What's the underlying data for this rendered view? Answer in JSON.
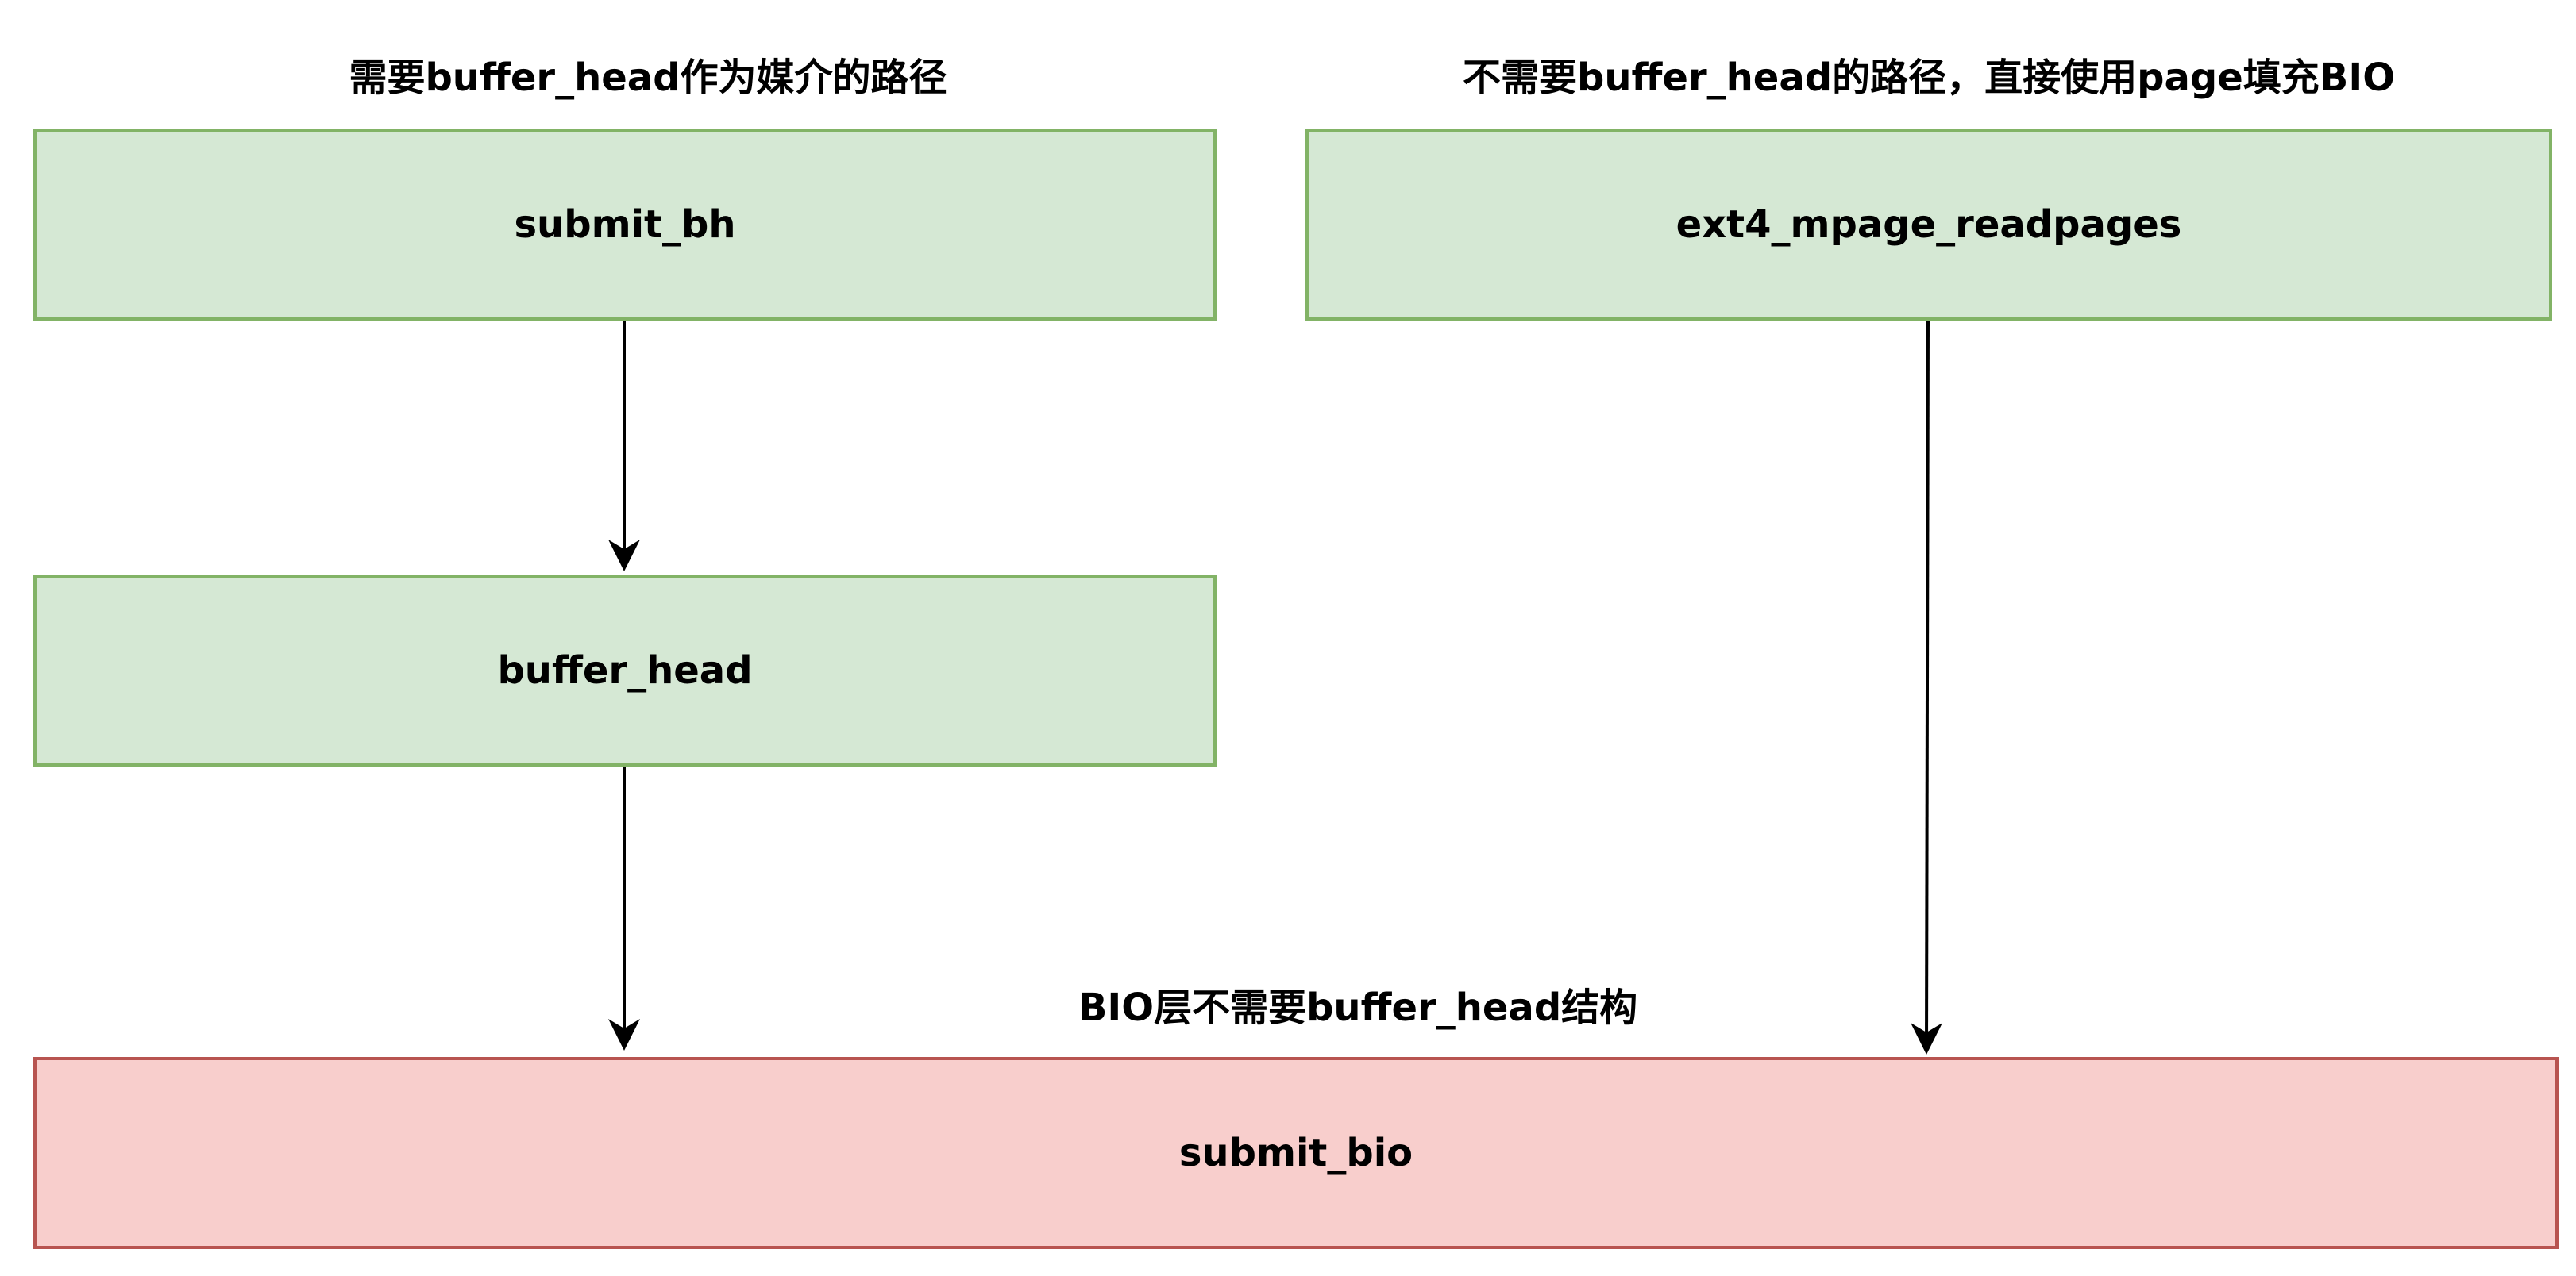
{
  "captions": {
    "left_path": "需要buffer_head作为媒介的路径",
    "right_path": "不需要buffer_head的路径，直接使用page填充BIO",
    "bio_layer": "BIO层不需要buffer_head结构"
  },
  "nodes": {
    "submit_bh": "submit_bh",
    "ext4_mpage_readpages": "ext4_mpage_readpages",
    "buffer_head": "buffer_head",
    "submit_bio": "submit_bio"
  },
  "colors": {
    "green_fill": "#d5e8d4",
    "green_stroke": "#82b366",
    "red_fill": "#f8cecc",
    "red_stroke": "#b85450",
    "edge": "#000000"
  }
}
